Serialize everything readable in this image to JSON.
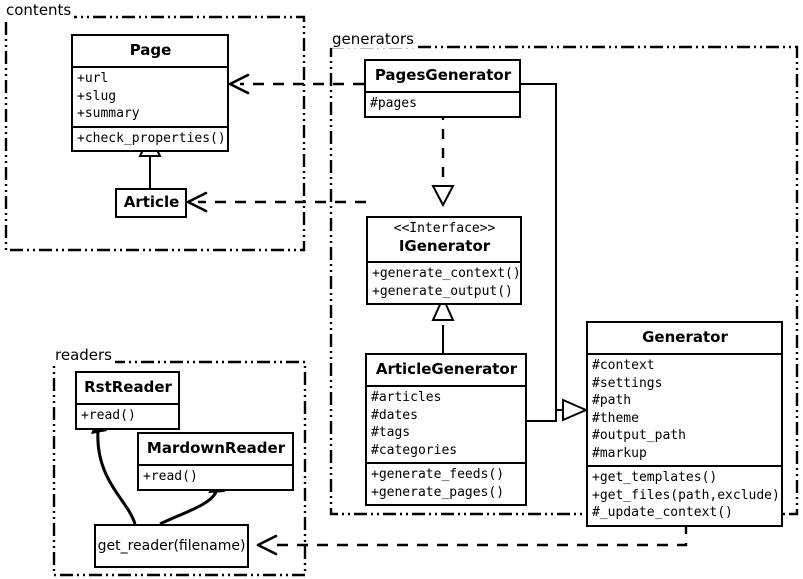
{
  "diagram": {
    "title": "Pelican UML class diagram",
    "type": "uml-class-diagram",
    "background": "#ffffff",
    "stroke": "#000000"
  },
  "packages": [
    {
      "id": "contents",
      "label": "contents"
    },
    {
      "id": "generators",
      "label": "generators"
    },
    {
      "id": "readers",
      "label": "readers"
    }
  ],
  "classes": {
    "page": {
      "name": "Page",
      "attributes": [
        "+url",
        "+slug",
        "+summary"
      ],
      "methods": [
        "+check_properties()"
      ]
    },
    "article": {
      "name": "Article",
      "attributes": [],
      "methods": []
    },
    "pages_generator": {
      "name": "PagesGenerator",
      "attributes": [
        "#pages"
      ],
      "methods": []
    },
    "igenerator": {
      "stereotype": "<<Interface>>",
      "name": "IGenerator",
      "attributes": [],
      "methods": [
        "+generate_context()",
        "+generate_output()"
      ]
    },
    "article_generator": {
      "name": "ArticleGenerator",
      "attributes": [
        "#articles",
        "#dates",
        "#tags",
        "#categories"
      ],
      "methods": [
        "+generate_feeds()",
        "+generate_pages()"
      ]
    },
    "generator": {
      "name": "Generator",
      "attributes": [
        "#context",
        "#settings",
        "#path",
        "#theme",
        "#output_path",
        "#markup"
      ],
      "methods": [
        "+get_templates()",
        "+get_files(path,exclude)",
        "#_update_context()"
      ]
    },
    "rst_reader": {
      "name": "RstReader",
      "attributes": [],
      "methods": [
        "+read()"
      ]
    },
    "mardown_reader": {
      "name": "MardownReader",
      "attributes": [],
      "methods": [
        "+read()"
      ]
    },
    "get_reader": {
      "name": "get_reader(filename)"
    }
  },
  "relations": [
    {
      "id": "article-to-page",
      "type": "generalization",
      "from": "Article",
      "to": "Page"
    },
    {
      "id": "pagesgenerator-to-igenerator",
      "type": "realization",
      "from": "PagesGenerator",
      "to": "IGenerator"
    },
    {
      "id": "articlegenerator-to-igenerator",
      "type": "generalization",
      "from": "ArticleGenerator",
      "to": "IGenerator"
    },
    {
      "id": "pagesgenerator-to-generator",
      "type": "generalization",
      "from": "PagesGenerator",
      "to": "Generator"
    },
    {
      "id": "articlegenerator-to-generator",
      "type": "generalization",
      "from": "ArticleGenerator",
      "to": "Generator"
    },
    {
      "id": "pagesgenerator-uses-page",
      "type": "dependency",
      "from": "PagesGenerator",
      "to": "Page"
    },
    {
      "id": "generators-uses-article",
      "type": "dependency",
      "from": "generators",
      "to": "Article"
    },
    {
      "id": "generator-uses-get-reader",
      "type": "dependency",
      "from": "Generator",
      "to": "get_reader(filename)"
    }
  ]
}
